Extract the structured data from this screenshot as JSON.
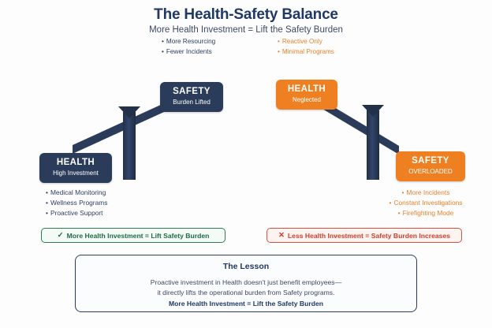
{
  "header": {
    "title": "The Health-Safety Balance",
    "subtitle": "More Health Investment = Lift the Safety Burden"
  },
  "top_bullets": {
    "left": [
      "More Resourcing",
      "Fewer Incidents"
    ],
    "right": [
      "Reactive Only",
      "Minimal Programs"
    ]
  },
  "nodes": {
    "safety_lifted": {
      "title": "SAFETY",
      "subtitle": "Burden Lifted"
    },
    "health_neglected": {
      "title": "HEALTH",
      "subtitle": "Neglected"
    },
    "health_investment": {
      "title": "HEALTH",
      "subtitle": "High Investment"
    },
    "safety_overloaded": {
      "title": "SAFETY",
      "subtitle": "OVERLOADED"
    }
  },
  "mid_bullets": {
    "left": [
      "Medical Monitoring",
      "Wellness Programs",
      "Proactive Support"
    ],
    "right": [
      "More Incidents",
      "Constant Investigations",
      "Firefighting Mode"
    ]
  },
  "callouts": {
    "good": {
      "mark": "✓",
      "text": "More Health Investment = Lift Safety Burden"
    },
    "bad": {
      "mark": "✕",
      "text": "Less Health Investment = Safety Burden Increases"
    }
  },
  "lesson": {
    "title": "The Lesson",
    "line1": "Proactive investment in Health doesn't just benefit employees—",
    "line2": "it directly lifts the operational burden from Safety programs.",
    "line3": "More Health Investment = Lift the Safety Burden"
  },
  "bullet_glyph": "•",
  "colors": {
    "navy": "#2b3c5b",
    "navy_text": "#1f3864",
    "orange": "#ef8022",
    "green": "#1f6b44",
    "red": "#c9402b",
    "background": "#fdfdfe"
  }
}
